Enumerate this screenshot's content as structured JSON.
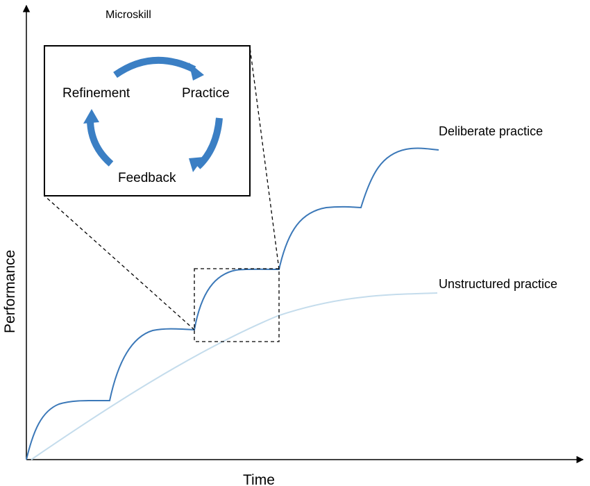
{
  "axes": {
    "x_label": "Time",
    "y_label": "Performance"
  },
  "series": {
    "deliberate": {
      "label": "Deliberate practice",
      "color": "#3b78b8"
    },
    "unstructured": {
      "label": "Unstructured practice",
      "color": "#c4dcec"
    }
  },
  "inset": {
    "title": "Microskill",
    "cycle": {
      "practice": "Practice",
      "feedback": "Feedback",
      "refinement": "Refinement"
    },
    "arrow_color": "#3b7fc4"
  }
}
